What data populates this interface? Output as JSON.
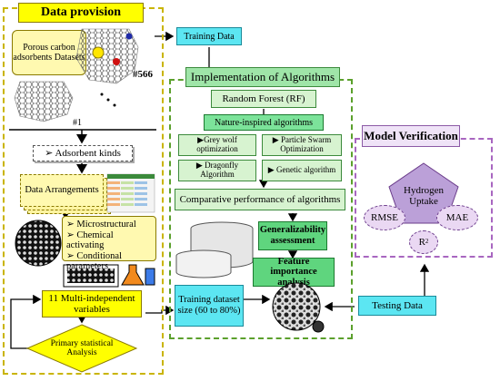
{
  "left_panel": {
    "title": "Data provision",
    "dataset_label": "Porous carbon adsorbents Datasets",
    "count_label": "#566",
    "first_label": "#1",
    "adsorbent_kinds": "➢ Adsorbent kinds",
    "data_arrangements": "Data Arrangements",
    "features": [
      "➢  Microstructural",
      "➢  Chemical activating",
      "➢  Conditional parameters"
    ],
    "variables": "11 Multi-independent variables",
    "analysis": "Primary statistical Analysis"
  },
  "middle_panel": {
    "training_data": "Training Data",
    "title": "Implementation of Algorithms",
    "random_forest": "Random Forest (RF)",
    "nature_inspired": "Nature-inspired algorithms",
    "algorithms": [
      "▶Grey wolf optimization",
      "▶ Particle Swarm Optimization",
      "▶ Dragonfly Algorithm",
      "▶ Genetic algorithm"
    ],
    "comparative": "Comparative performance of algorithms",
    "generalizability": "Generalizability assessment",
    "feature_importance": "Feature importance analysis",
    "training_size": "Training dataset size (60 to 80%)",
    "testing_data": "Testing Data"
  },
  "right_panel": {
    "title": "Model Verification",
    "pentagon": "Hydrogen Uptake",
    "rmse": "RMSE",
    "mae": "MAE",
    "r2": "R",
    "r2_sup": "2"
  },
  "colors": {
    "yellow": "#ffff00",
    "green": "#5fd57e",
    "cyan": "#5ce6f2",
    "lavender": "#efe3f7",
    "purple_pentagon": "#bba0d8"
  }
}
